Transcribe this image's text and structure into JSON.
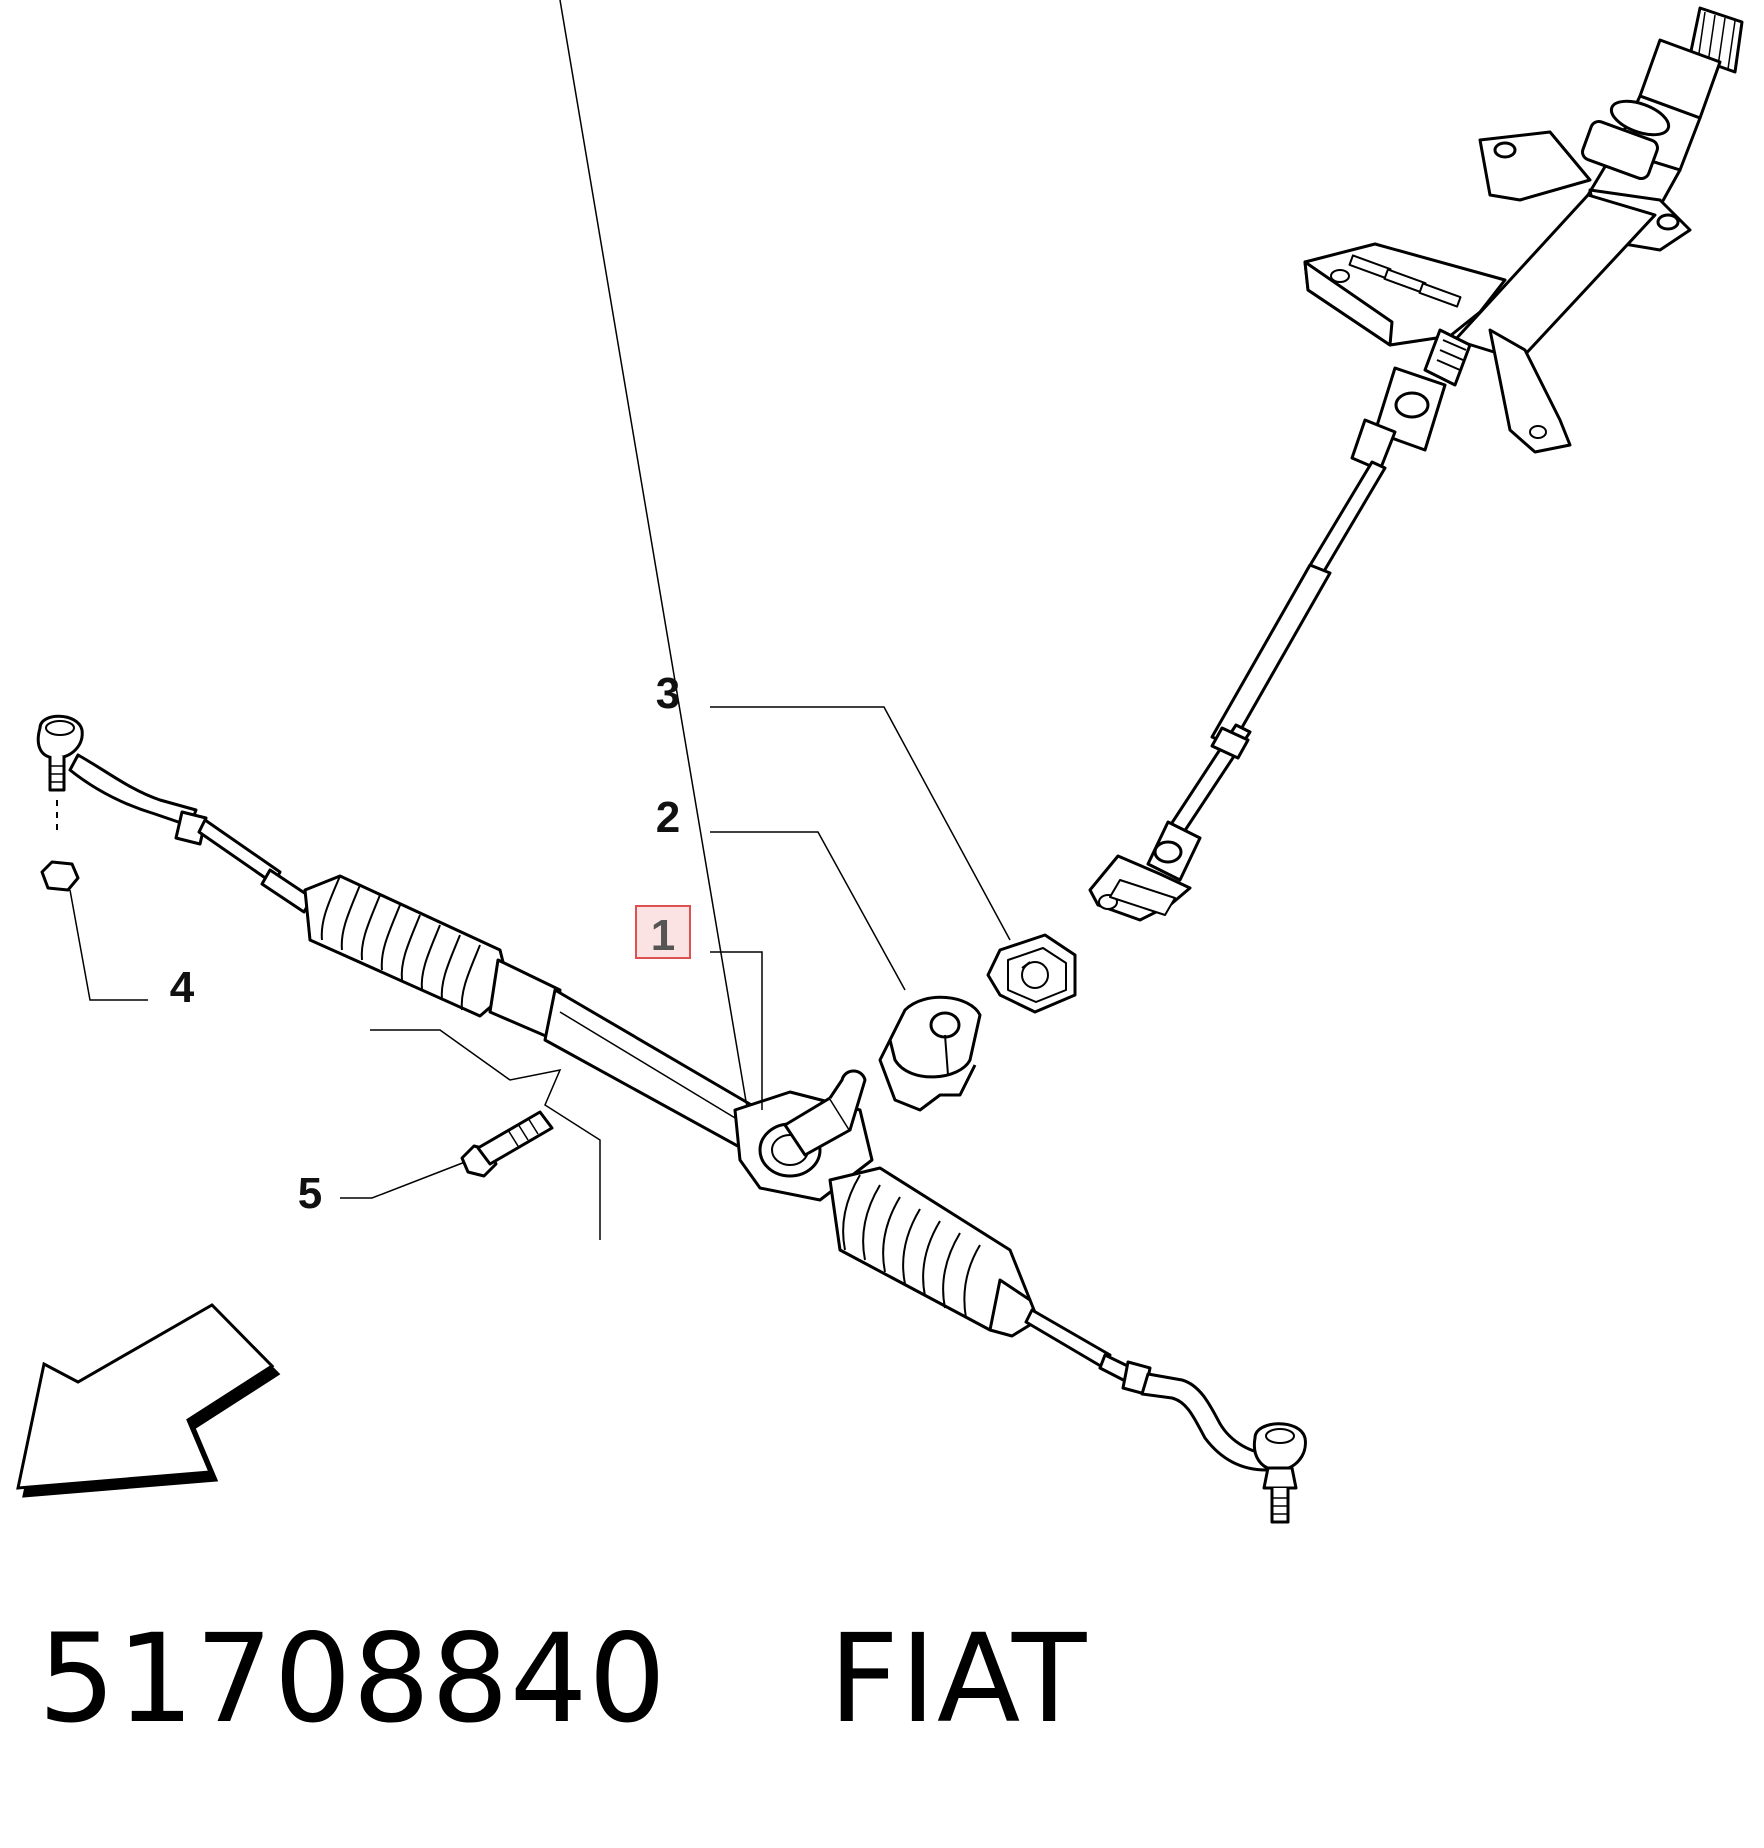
{
  "callouts": [
    {
      "id": "1",
      "label": "1",
      "highlighted": true
    },
    {
      "id": "2",
      "label": "2"
    },
    {
      "id": "3",
      "label": "3"
    },
    {
      "id": "4",
      "label": "4"
    },
    {
      "id": "5",
      "label": "5"
    }
  ],
  "caption": {
    "part_number": "51708840",
    "brand": "FIAT"
  },
  "colors": {
    "line": "#000000",
    "highlight_border": "#e05050",
    "highlight_fill": "#fbe3e3"
  }
}
